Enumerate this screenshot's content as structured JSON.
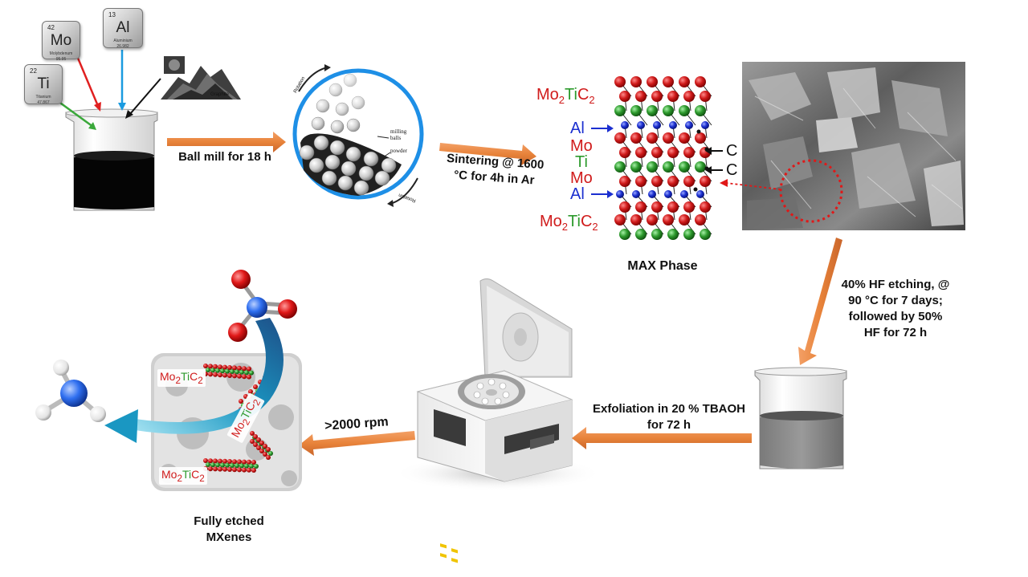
{
  "elements": [
    {
      "number": "42",
      "symbol": "Mo",
      "name": "Molybdenum",
      "mass": "95.95"
    },
    {
      "number": "13",
      "symbol": "Al",
      "name": "Aluminium",
      "mass": "26.982"
    },
    {
      "number": "22",
      "symbol": "Ti",
      "name": "Titanium",
      "mass": "47.867"
    }
  ],
  "graphite_label": "Graphite",
  "mill": {
    "rotation_top": "Rotation",
    "rotation_bottom": "Rotation",
    "milling_balls": "milling balls",
    "powder": "powder"
  },
  "steps": {
    "ball_mill": "Ball mill for 18 h",
    "sintering_line1": "Sintering @ 1600",
    "sintering_line2": "°C for 4h in Ar",
    "hf_line1": "40% HF etching, @",
    "hf_line2": "90 °C for 7 days;",
    "hf_line3": "followed by 50%",
    "hf_line4": "HF for 72 h",
    "exfoliation_line1": "Exfoliation in 20 % TBAOH",
    "exfoliation_line2": "for 72 h",
    "centrifuge": ">2000 rpm"
  },
  "max_phase": {
    "title": "MAX Phase",
    "formula_mo": "Mo",
    "formula_mo_sub": "2",
    "formula_ti": "Ti",
    "formula_c": "C",
    "formula_c_sub": "2",
    "layer_al": "Al",
    "layer_mo": "Mo",
    "layer_ti": "Ti",
    "layer_c": "C"
  },
  "mxene": {
    "flake_mo": "Mo",
    "flake_mo_sub": "2",
    "flake_ti": "Ti",
    "flake_c": "C",
    "flake_c_sub": "2",
    "caption_line1": "Fully etched",
    "caption_line2": "MXenes"
  },
  "colors": {
    "arrow": "#e8833a",
    "mo": "#d01b1b",
    "ti": "#2d9a2d",
    "al": "#1b2fd0",
    "mill_ring": "#1e8fe6",
    "nitrogen": "#2f6ff0"
  }
}
